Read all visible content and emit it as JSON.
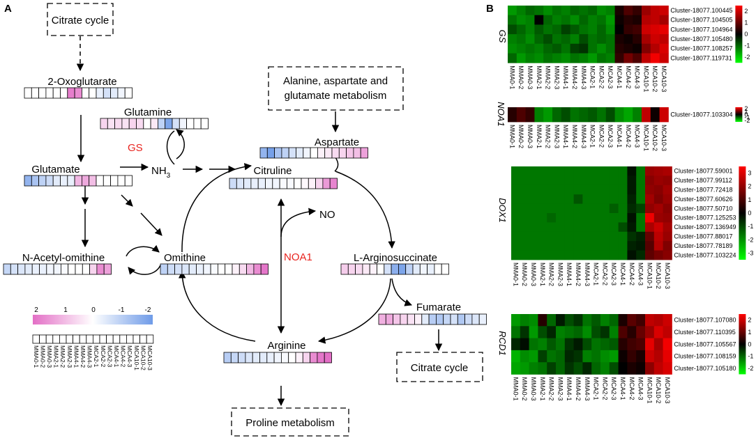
{
  "panel_a": {
    "label": "A",
    "boxes": {
      "citrate_top": "Citrate cycle",
      "alanine_line1": "Alanine, aspartate and",
      "alanine_line2": "glutamate metabolism",
      "citrate_bottom": "Citrate cycle",
      "proline": "Proline metabolism"
    },
    "metabolites": {
      "oxoglutarate": "2-Oxoglutarate",
      "glutamine": "Glutamine",
      "glutamate": "Glutamate",
      "nh3": "NH",
      "nh3_sub": "3",
      "aspartate": "Aspartate",
      "citruline": "Citruline",
      "no": "NO",
      "acetyl_ornithine": "N-Acetyl-omithine",
      "ornithine": "Omithine",
      "arginosuccinate": "L-Arginosuccinate",
      "fumarate": "Fumarate",
      "arginine": "Arginine"
    },
    "enzymes": {
      "gs": "GS",
      "noa1": "NOA1"
    },
    "enzyme_color": "#e8231e",
    "metabolite_values": {
      "oxoglutarate": [
        0,
        0,
        0,
        0,
        0,
        0,
        1.8,
        1.6,
        0,
        0,
        -0.3,
        -0.6,
        -0.4,
        -0.2,
        0
      ],
      "glutamine": [
        0.6,
        0.4,
        0.5,
        0.4,
        0.6,
        0.5,
        0,
        0.3,
        -0.9,
        -1.8,
        -0.6,
        -0.2,
        0,
        0,
        0
      ],
      "glutamate": [
        -1.5,
        -1.2,
        -0.9,
        -0.7,
        -0.4,
        -0.3,
        -0.3,
        1,
        1.2,
        0.9,
        0,
        0,
        0,
        0,
        0
      ],
      "aspartate": [
        -1.5,
        -1.9,
        -1.2,
        -0.9,
        -0.6,
        -0.4,
        -0.2,
        0,
        0.2,
        0.3,
        0.5,
        0.6,
        0.8,
        0.9,
        1.3
      ],
      "citruline": [
        -0.7,
        -0.5,
        -0.4,
        -0.3,
        -0.3,
        -0.2,
        -0.2,
        -0.1,
        -0.1,
        0,
        0.1,
        0.2,
        0.6,
        1.4,
        1.7
      ],
      "acetyl_ornithine": [
        -0.8,
        -0.6,
        -0.5,
        -0.4,
        -0.3,
        -0.3,
        -0.2,
        -0.2,
        -0.1,
        0,
        0,
        0,
        0.6,
        1.6,
        1.3
      ],
      "ornithine": [
        -0.9,
        -0.7,
        -0.6,
        -0.5,
        -0.4,
        -0.3,
        -0.2,
        -0.1,
        0,
        0,
        0.2,
        0.5,
        1,
        1.6,
        1.9
      ],
      "arginosuccinate": [
        0.7,
        0.6,
        0.5,
        0.3,
        0.2,
        0,
        -0.6,
        -1.6,
        -1.8,
        -0.9,
        -0.4,
        -0.2,
        -0.3,
        0,
        0
      ],
      "fumarate": [
        1.1,
        1.2,
        0.8,
        0.6,
        0.4,
        0.2,
        -0.4,
        -1,
        -1.1,
        -0.8,
        -0.6,
        -1.1,
        -0.7,
        -0.5,
        -0.3
      ],
      "arginine": [
        -1,
        -0.8,
        -0.7,
        -0.5,
        -0.4,
        -0.4,
        -0.3,
        -0.2,
        -0.1,
        0,
        0.2,
        0.6,
        1.6,
        1.9,
        2
      ]
    },
    "scale": {
      "ticks": [
        "2",
        "1",
        "0",
        "-1",
        "-2"
      ],
      "high_color": "#e36fc6",
      "mid_color": "#ffffff",
      "low_color": "#6f9be8"
    },
    "sample_labels": [
      "MMA0-1",
      "MMA0-2",
      "MMA0-3",
      "MMA2-1",
      "MMA2-2",
      "MMA2-3",
      "MMA4-1",
      "MMA4-2",
      "MMA4-3",
      "MCA2-1",
      "MCA2-2",
      "MCA2-3",
      "MCA4-1",
      "MCA4-2",
      "MCA4-3",
      "MCA10-1",
      "MCA10-2",
      "MCA10-3"
    ]
  },
  "panel_b": {
    "label": "B",
    "samples": [
      "MMA0-1",
      "MMA0-2",
      "MMA0-3",
      "MMA2-1",
      "MMA2-2",
      "MMA2-3",
      "MMA4-1",
      "MMA4-2",
      "MMA4-3",
      "MCA2-1",
      "MCA2-2",
      "MCA2-3",
      "MCA4-1",
      "MCA4-2",
      "MCA4-3",
      "MCA10-1",
      "MCA10-2",
      "MCA10-3"
    ],
    "colors": {
      "high": "#ff0000",
      "mid": "#000000",
      "low": "#00ff00"
    },
    "heatmaps": [
      {
        "gene": "GS",
        "rows": [
          "Cluster-18077.100445",
          "Cluster-18077.104505",
          "Cluster-18077.104964",
          "Cluster-18077.105480",
          "Cluster-18077.108257",
          "Cluster-18077.119731"
        ],
        "scale_ticks": [
          "2",
          "1",
          "0",
          "-1",
          "-2"
        ],
        "scale_max": 2,
        "values": [
          [
            -1.2,
            -1.0,
            -0.8,
            -0.9,
            -1.1,
            -0.9,
            -1.0,
            -0.8,
            -0.9,
            -0.8,
            -1.1,
            -1.0,
            0.2,
            0.6,
            0.4,
            1.2,
            1.5,
            1.6
          ],
          [
            -0.9,
            -1.1,
            -1.0,
            0.0,
            -0.8,
            -1.0,
            -0.9,
            -1.1,
            -0.8,
            -1.0,
            -0.9,
            -1.2,
            0.1,
            0.3,
            0.2,
            1.4,
            1.5,
            1.3
          ],
          [
            -0.6,
            -0.8,
            -1.0,
            -0.7,
            -0.9,
            -0.8,
            -0.5,
            -0.7,
            -0.9,
            -1.0,
            -0.8,
            -1.1,
            0.0,
            0.4,
            0.5,
            1.6,
            1.7,
            1.8
          ],
          [
            -1.0,
            -0.9,
            -1.1,
            -0.8,
            -0.6,
            -0.9,
            -0.8,
            -1.0,
            -0.6,
            -0.9,
            -0.8,
            -0.9,
            0.2,
            0.1,
            0.3,
            1.3,
            1.6,
            1.5
          ],
          [
            -1.1,
            -1.0,
            -0.9,
            -1.0,
            -0.8,
            -0.7,
            -0.9,
            -0.5,
            -0.4,
            -0.9,
            -1.1,
            -0.9,
            0.3,
            0.2,
            0.1,
            1.0,
            1.4,
            1.7
          ],
          [
            -0.8,
            -1.2,
            -1.0,
            -1.1,
            -0.9,
            -1.0,
            -1.1,
            -0.9,
            -1.0,
            -1.2,
            -0.9,
            -1.0,
            0.4,
            0.9,
            0.6,
            1.5,
            1.9,
            1.6
          ]
        ]
      },
      {
        "gene": "NOA1",
        "rows": [
          "Cluster-18077.103304"
        ],
        "scale_ticks": [
          "2",
          "1",
          "0",
          "-1",
          "-2"
        ],
        "scale_max": 2,
        "values": [
          [
            0.3,
            0.6,
            0.4,
            -1.0,
            -1.2,
            -0.8,
            -0.6,
            -0.9,
            -0.8,
            -0.7,
            -0.9,
            -0.6,
            -1.1,
            -1.3,
            -1.0,
            1.5,
            0.1,
            1.6
          ]
        ]
      },
      {
        "gene": "DOX1",
        "rows": [
          "Cluster-18077.59001",
          "Cluster-18077.99112",
          "Cluster-18077.72418",
          "Cluster-18077.60626",
          "Cluster-18077.50710",
          "Cluster-18077.125253",
          "Cluster-18077.136949",
          "Cluster-18077.88017",
          "Cluster-18077.78189",
          "Cluster-18077.103224"
        ],
        "scale_ticks": [
          "3",
          "2",
          "1",
          "0",
          "-1",
          "-2",
          "-3"
        ],
        "scale_max": 3,
        "values": [
          [
            -1.4,
            -1.4,
            -1.4,
            -1.4,
            -1.4,
            -1.4,
            -1.4,
            -1.4,
            -1.4,
            -1.4,
            -1.4,
            -1.4,
            -1.4,
            -0.2,
            -1.4,
            1.8,
            1.9,
            2.0
          ],
          [
            -1.4,
            -1.4,
            -1.4,
            -1.4,
            -1.4,
            -1.4,
            -1.4,
            -1.4,
            -1.4,
            -1.4,
            -1.4,
            -1.4,
            -1.4,
            -0.3,
            -1.4,
            1.6,
            1.8,
            1.7
          ],
          [
            -1.4,
            -1.4,
            -1.4,
            -1.4,
            -1.4,
            -1.4,
            -1.4,
            -1.4,
            -1.4,
            -1.4,
            -1.4,
            -1.4,
            -1.4,
            -0.3,
            -1.4,
            1.7,
            1.6,
            1.9
          ],
          [
            -1.4,
            -1.4,
            -1.4,
            -1.4,
            -1.4,
            -1.4,
            -1.4,
            -1.0,
            -1.4,
            -1.4,
            -1.4,
            -1.4,
            -1.4,
            -0.4,
            -1.4,
            1.9,
            1.5,
            1.8
          ],
          [
            -1.4,
            -1.4,
            -1.4,
            -1.4,
            -1.4,
            -1.4,
            -1.4,
            -1.4,
            -1.4,
            -1.4,
            -1.4,
            -1.1,
            -1.4,
            -0.5,
            -0.8,
            1.7,
            1.9,
            1.6
          ],
          [
            -1.4,
            -1.4,
            -1.4,
            -1.4,
            -1.2,
            -1.4,
            -1.4,
            -1.4,
            -1.4,
            -1.4,
            -1.4,
            -1.4,
            -1.4,
            -0.2,
            -1.4,
            2.8,
            1.8,
            1.7
          ],
          [
            -1.4,
            -1.4,
            -1.4,
            -1.4,
            -1.4,
            -1.4,
            -1.4,
            -1.4,
            -1.4,
            -1.4,
            -1.4,
            -1.4,
            -0.9,
            -0.3,
            -1.4,
            2.0,
            2.4,
            1.9
          ],
          [
            -1.4,
            -1.4,
            -1.4,
            -1.4,
            -1.4,
            -1.4,
            -1.4,
            -1.4,
            -1.4,
            -1.4,
            -1.4,
            -1.4,
            -1.4,
            -0.6,
            -0.4,
            1.2,
            2.2,
            1.8
          ],
          [
            -1.4,
            -1.4,
            -1.4,
            -1.4,
            -1.4,
            -1.4,
            -1.4,
            -1.4,
            -1.4,
            -1.4,
            -1.4,
            -1.4,
            -1.4,
            -0.4,
            -0.3,
            1.0,
            2.1,
            1.5
          ],
          [
            -1.4,
            -1.4,
            -1.4,
            -1.4,
            -1.4,
            -1.4,
            -1.4,
            -1.4,
            -1.4,
            -1.4,
            -1.4,
            -1.4,
            -1.4,
            -0.2,
            -0.5,
            1.1,
            1.4,
            1.6
          ]
        ]
      },
      {
        "gene": "RCD1",
        "rows": [
          "Cluster-18077.107080",
          "Cluster-18077.110395",
          "Cluster-18077.105567",
          "Cluster-18077.108159",
          "Cluster-18077.105180"
        ],
        "scale_ticks": [
          "2",
          "1",
          "0",
          "-1",
          "-2"
        ],
        "scale_max": 2,
        "values": [
          [
            -1.2,
            -1.0,
            -1.1,
            0.3,
            -0.8,
            -0.2,
            -0.6,
            -0.4,
            -0.9,
            -0.7,
            -1.0,
            -0.8,
            0.2,
            0.7,
            0.5,
            1.5,
            1.4,
            1.6
          ],
          [
            -0.9,
            -0.4,
            -1.2,
            -0.6,
            -0.3,
            -1.0,
            -0.9,
            -0.8,
            -1.1,
            -0.6,
            -0.4,
            -1.0,
            0.6,
            0.3,
            0.8,
            1.2,
            1.7,
            1.5
          ],
          [
            -0.3,
            -0.1,
            -0.9,
            -1.0,
            -0.7,
            -0.9,
            -0.4,
            -0.2,
            -0.6,
            -0.9,
            -0.8,
            -0.7,
            0.3,
            0.5,
            0.6,
            1.8,
            1.3,
            1.9
          ],
          [
            -1.4,
            -1.1,
            -1.2,
            -0.5,
            -0.9,
            -0.8,
            -0.3,
            -0.4,
            -1.0,
            -0.9,
            -1.1,
            -1.2,
            0.1,
            0.4,
            0.2,
            1.6,
            1.4,
            1.8
          ],
          [
            -1.3,
            -1.2,
            -1.0,
            -0.9,
            -0.5,
            -0.8,
            -0.4,
            -0.6,
            -0.3,
            -0.8,
            -1.0,
            -0.6,
            0.0,
            0.2,
            0.1,
            1.1,
            1.5,
            1.7
          ]
        ]
      }
    ]
  }
}
